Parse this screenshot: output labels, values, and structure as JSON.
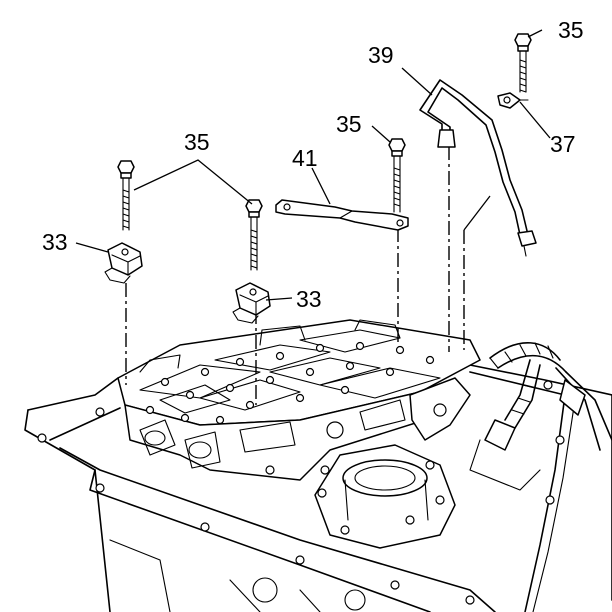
{
  "callouts": {
    "bolt_top_right": "35",
    "tube": "39",
    "bolt_mid": "35",
    "clip_37": "37",
    "bracket": "41",
    "bolts_left": "35",
    "clip_left": "33",
    "clip_mid": "33"
  }
}
